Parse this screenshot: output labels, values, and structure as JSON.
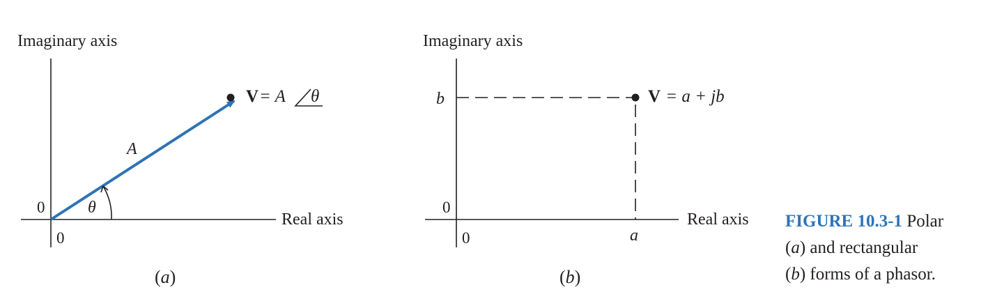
{
  "panel_a": {
    "y_axis_label": "Imaginary axis",
    "x_axis_label": "Real axis",
    "origin_y_label": "0",
    "origin_x_label": "0",
    "magnitude_label": "A",
    "angle_label": "θ",
    "phasor_symbol": "V",
    "phasor_eq": " = A",
    "phasor_angle": "θ",
    "panel_label_open": "(",
    "panel_label_letter": "a",
    "panel_label_close": ")",
    "vector_color": "#2e74b5"
  },
  "panel_b": {
    "y_axis_label": "Imaginary axis",
    "x_axis_label": "Real axis",
    "origin_y_label": "0",
    "origin_x_label": "0",
    "b_label": "b",
    "a_label": "a",
    "phasor_symbol": "V",
    "phasor_eq": " = a + jb",
    "panel_label_open": "(",
    "panel_label_letter": "b",
    "panel_label_close": ")"
  },
  "caption": {
    "id": "FIGURE 10.3-1",
    "text_1": " Polar",
    "letter_a": "a",
    "text_2": " and rectangular",
    "letter_b": "b",
    "text_3": " forms of a phasor."
  }
}
